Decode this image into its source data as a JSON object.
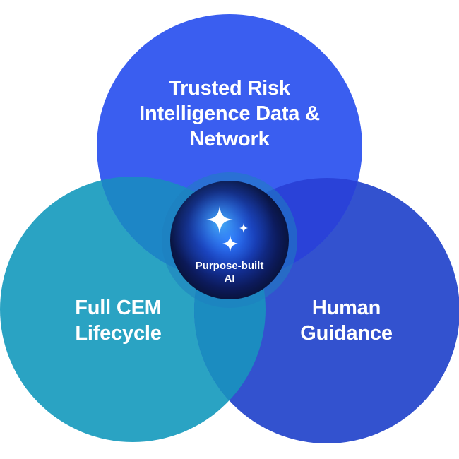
{
  "diagram": {
    "top_circle": {
      "lines": [
        "Trusted Risk",
        "Intelligence Data &",
        "Network"
      ]
    },
    "left_circle": {
      "lines": [
        "Full CEM",
        "Lifecycle"
      ]
    },
    "right_circle": {
      "lines": [
        "Human",
        "Guidance"
      ]
    },
    "center": {
      "lines": [
        "Purpose-built",
        "AI"
      ],
      "icon": "sparkles-icon"
    },
    "colors": {
      "top_circle": "#3a5ef0",
      "left_circle": "#2aa3c3",
      "right_circle": "#3352cf",
      "center_dark": "#0b1746",
      "center_glow": "#2fa0ff"
    }
  }
}
